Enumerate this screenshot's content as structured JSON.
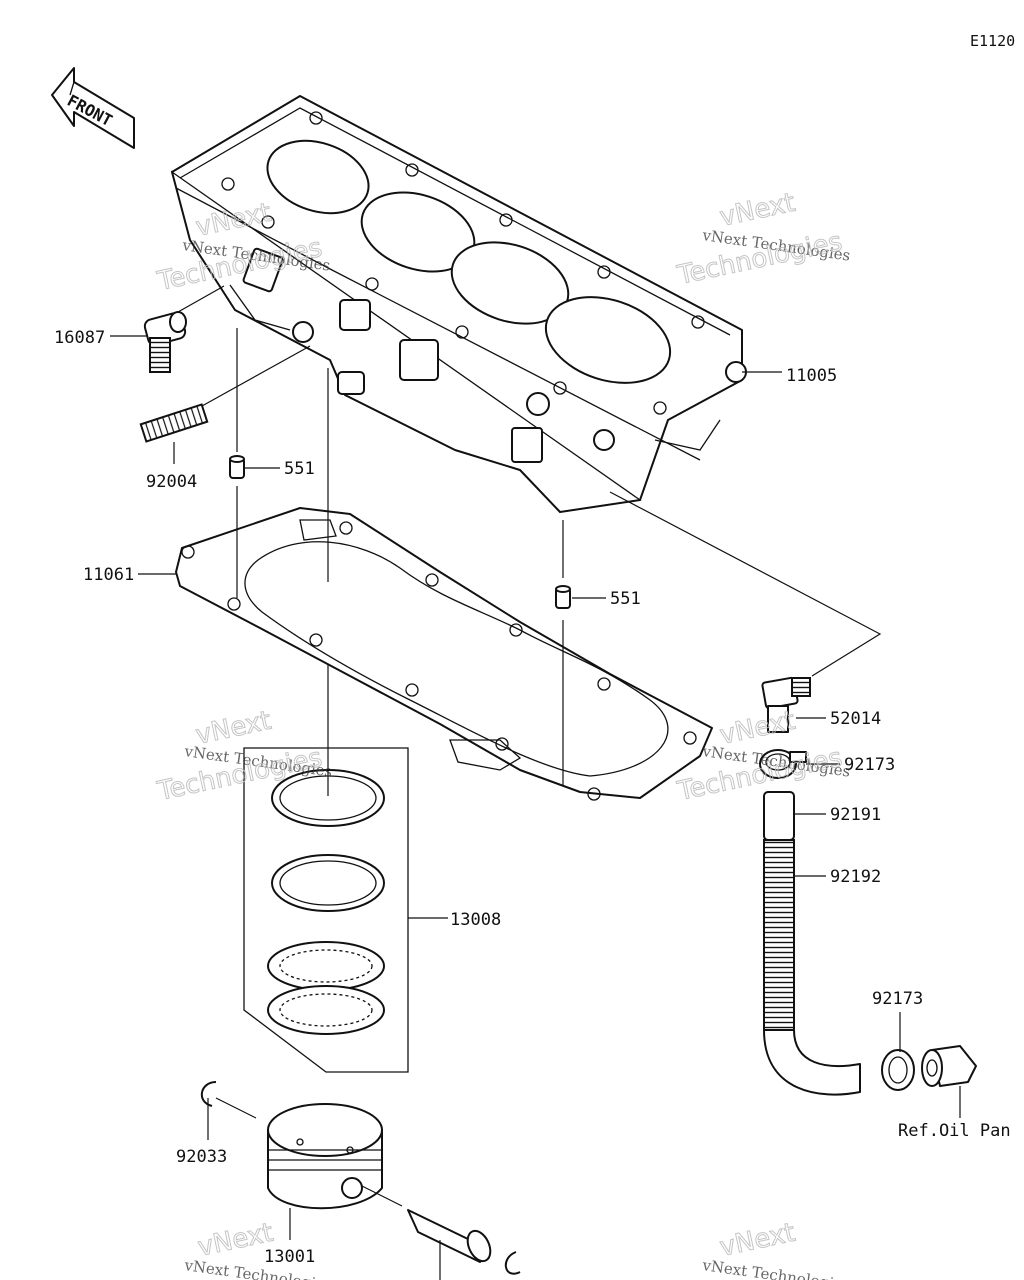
{
  "diagram_code": "E1120",
  "front_label": "FRONT",
  "watermark": {
    "line1": "vNext Technologies",
    "line2": "Technologies",
    "line3": "vNext"
  },
  "parts": {
    "cylinder": "11005",
    "gasket": "11061",
    "fitting": "16087",
    "stud": "92004",
    "dowel_upper": "551",
    "dowel_lower": "551",
    "elbow_fitting": "52014",
    "clamp_upper": "92173",
    "hose_short": "92191",
    "hose_long": "92192",
    "clamp_lower": "92173",
    "ring_set": "13008",
    "circlip": "92033",
    "piston": "13001"
  },
  "reference_label": "Ref.Oil Pan"
}
